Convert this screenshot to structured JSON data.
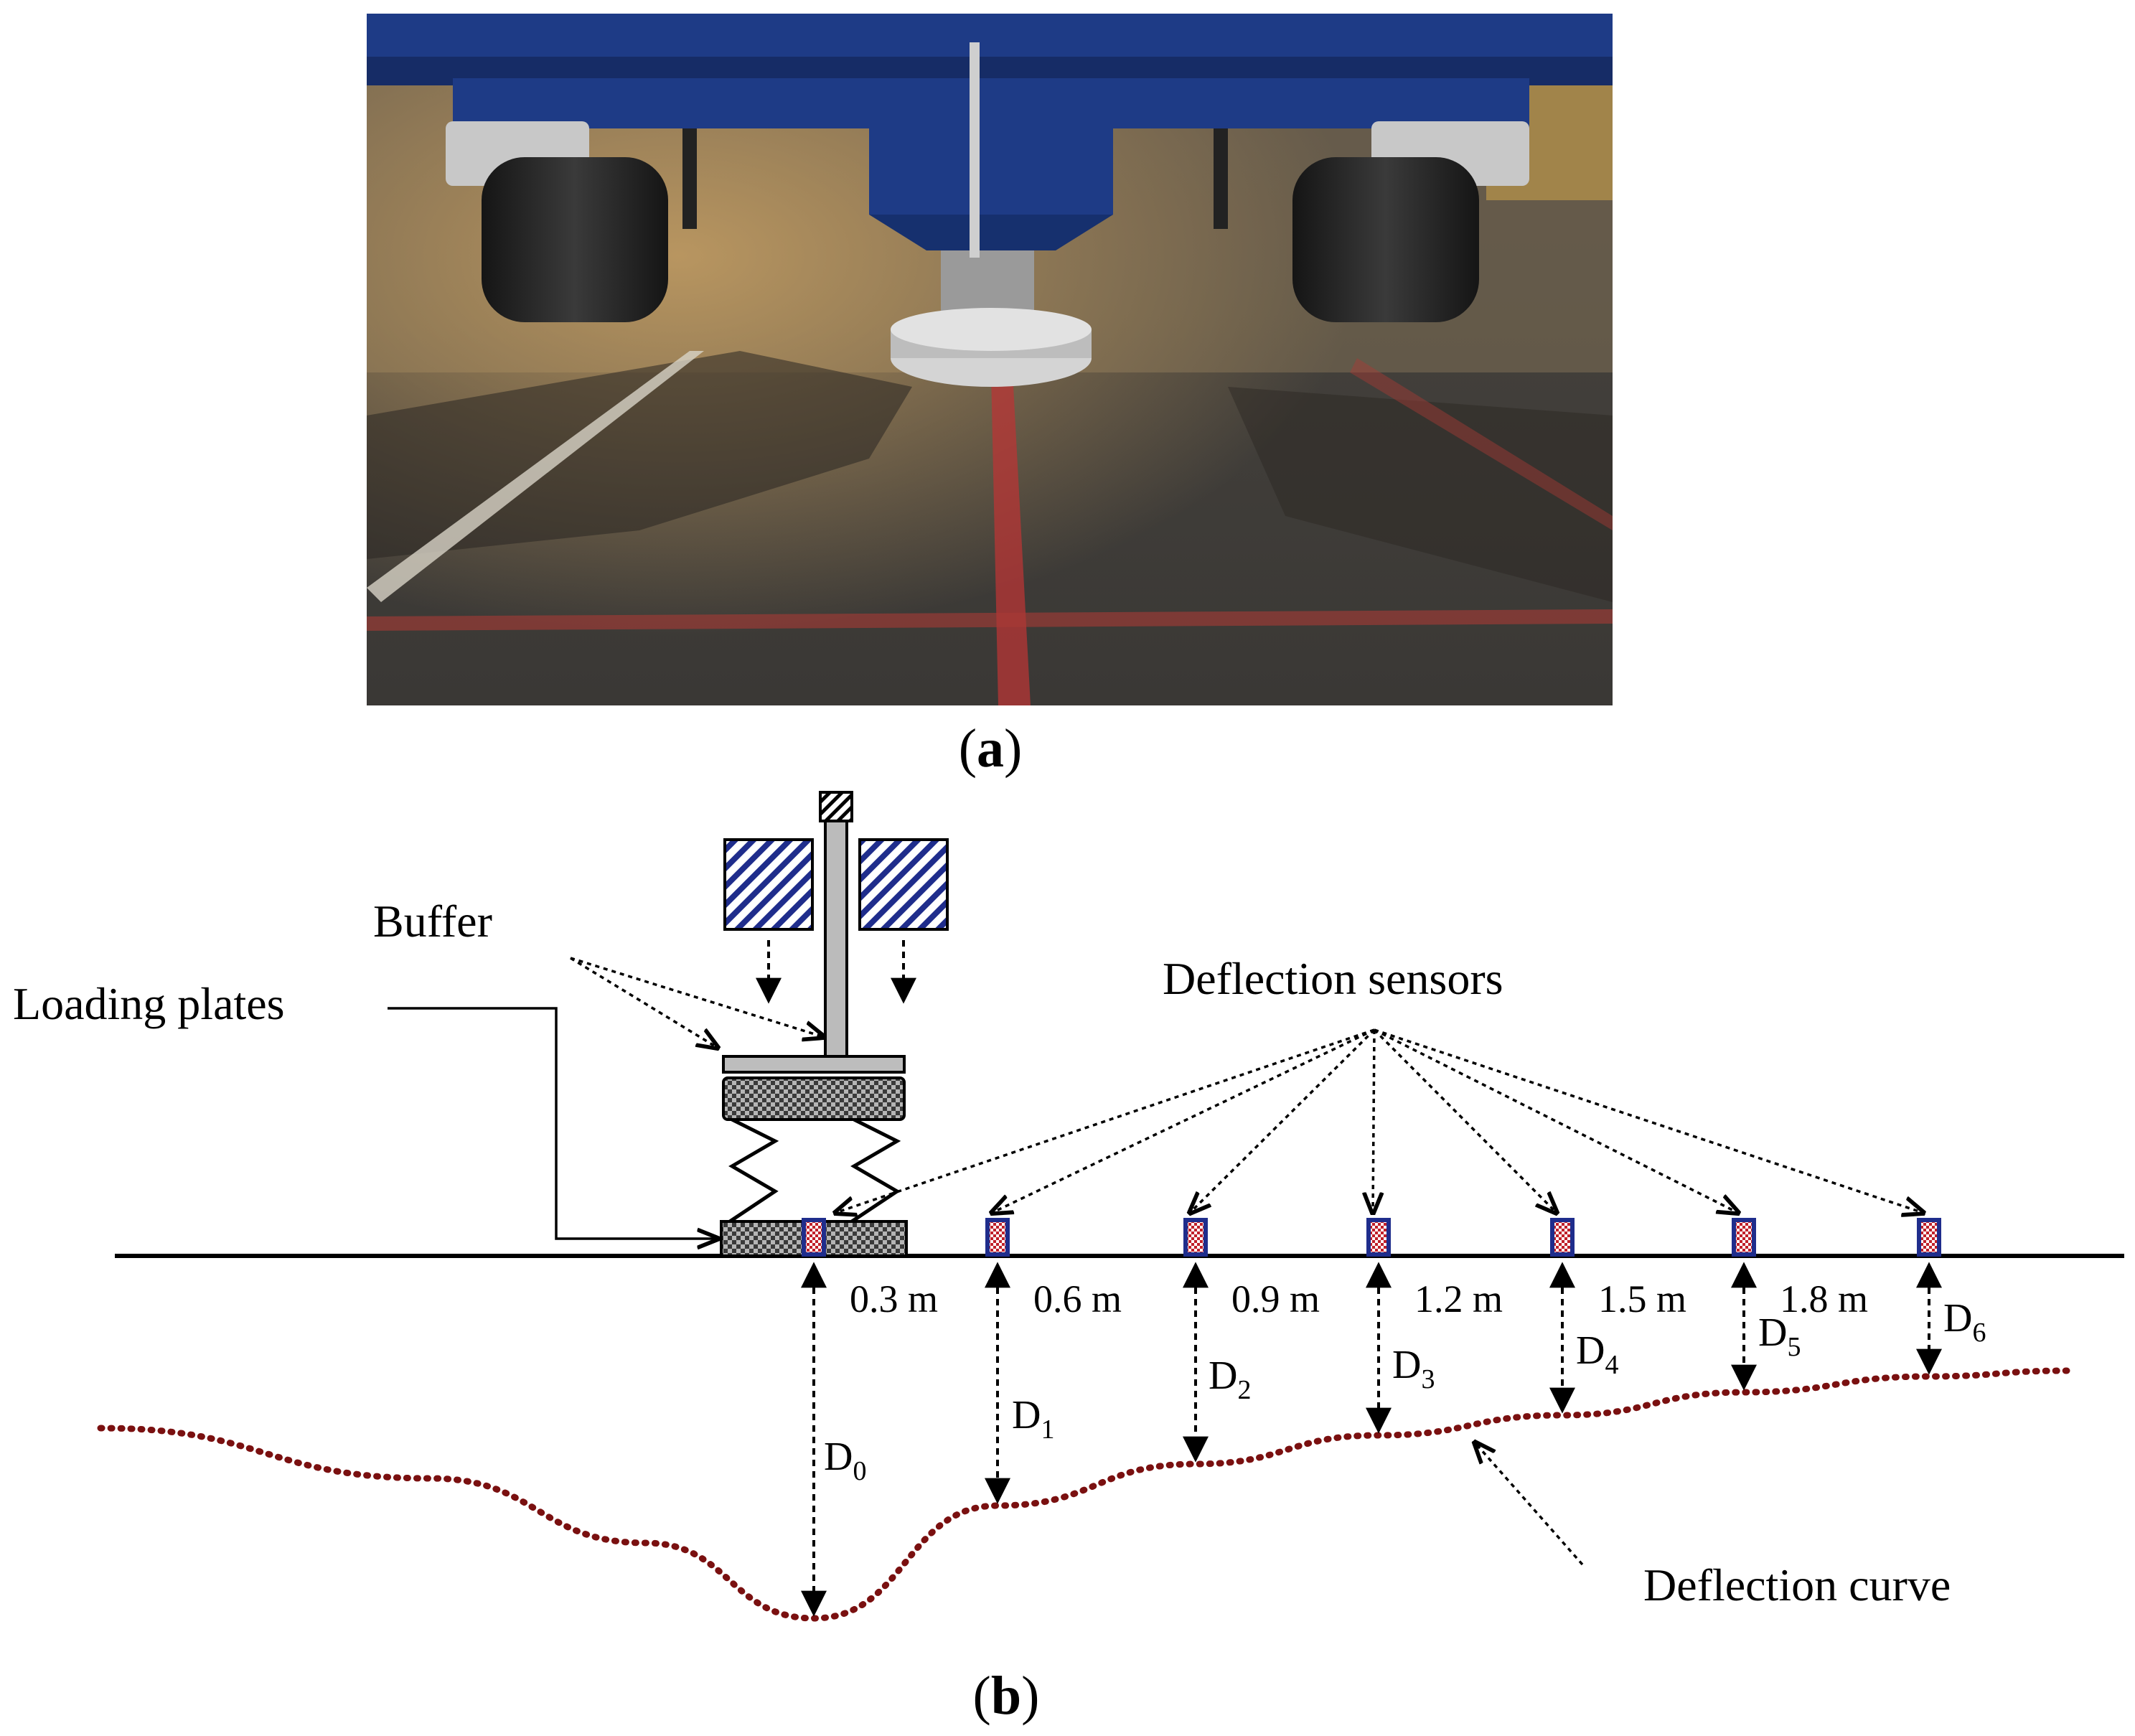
{
  "panel_a": {
    "caption_letter": "a"
  },
  "panel_b": {
    "caption_letter": "b",
    "labels": {
      "buffer": "Buffer",
      "loading_plates": "Loading plates",
      "deflection_sensors": "Deflection sensors",
      "deflection_curve": "Deflection curve"
    },
    "distances": [
      "0.3 m",
      "0.6 m",
      "0.9 m",
      "1.2 m",
      "1.5 m",
      "1.8 m"
    ],
    "deflections": [
      {
        "base": "D",
        "sub": "0"
      },
      {
        "base": "D",
        "sub": "1"
      },
      {
        "base": "D",
        "sub": "2"
      },
      {
        "base": "D",
        "sub": "3"
      },
      {
        "base": "D",
        "sub": "4"
      },
      {
        "base": "D",
        "sub": "5"
      },
      {
        "base": "D",
        "sub": "6"
      }
    ]
  },
  "colors": {
    "truck_blue": "#1e3b86",
    "hatch_blue": "#1f2d8c",
    "sensor_red": "#c0202a",
    "curve": "#7a1010"
  }
}
